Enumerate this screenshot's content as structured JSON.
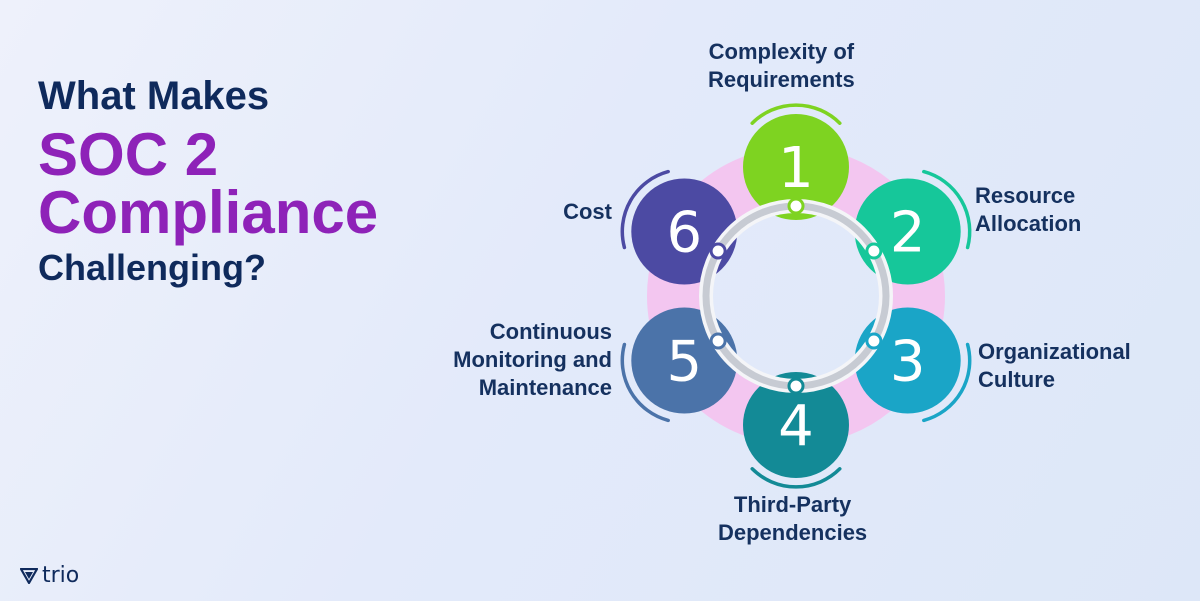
{
  "title": {
    "line1": "What Makes",
    "line2": "SOC 2",
    "line3": "Compliance",
    "line4": "Challenging?"
  },
  "diagram": {
    "items": [
      {
        "number": "1",
        "label_lines": [
          "Complexity of",
          "Requirements"
        ],
        "color": "#7ed321"
      },
      {
        "number": "2",
        "label_lines": [
          "Resource",
          "Allocation"
        ],
        "color": "#16c79a"
      },
      {
        "number": "3",
        "label_lines": [
          "Organizational",
          "Culture"
        ],
        "color": "#1aa5c7"
      },
      {
        "number": "4",
        "label_lines": [
          "Third-Party",
          "Dependencies"
        ],
        "color": "#138a96"
      },
      {
        "number": "5",
        "label_lines": [
          "Continuous",
          "Monitoring and",
          "Maintenance"
        ],
        "color": "#4b73a9"
      },
      {
        "number": "6",
        "label_lines": [
          "Cost"
        ],
        "color": "#4c4aa3"
      }
    ],
    "ring_color": "#f3c6f0",
    "inner_ring_color": "#c7cbd3"
  },
  "logo": {
    "text": "trio"
  }
}
